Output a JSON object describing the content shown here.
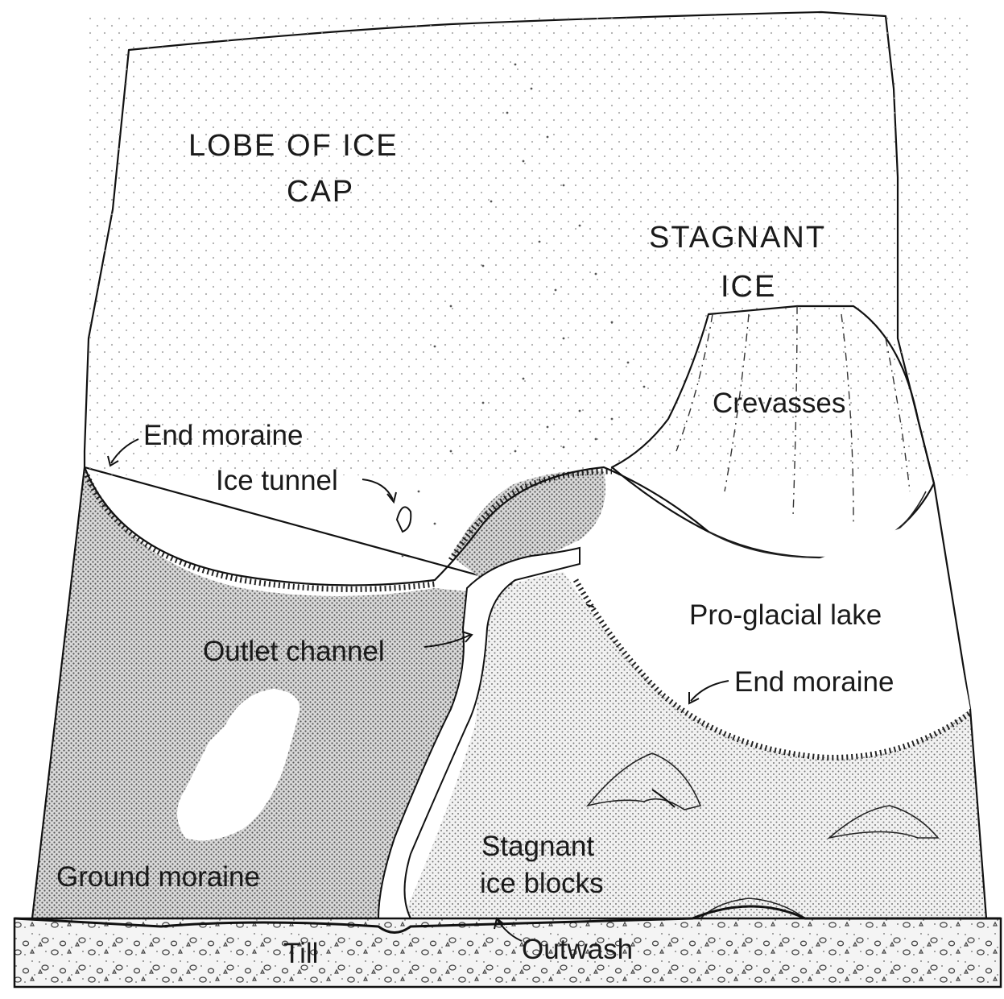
{
  "labels": {
    "lobe_line1": "LOBE OF ICE",
    "lobe_line2": "CAP",
    "stagnant_line1": "STAGNANT",
    "stagnant_line2": "ICE",
    "crevasses": "Crevasses",
    "end_moraine_left": "End moraine",
    "ice_tunnel": "Ice tunnel",
    "outlet_channel": "Outlet channel",
    "proglacial_lake": "Pro-glacial lake",
    "end_moraine_right": "End moraine",
    "ground_moraine": "Ground moraine",
    "stagnant_blocks_line1": "Stagnant",
    "stagnant_blocks_line2": "ice blocks",
    "till": "Till",
    "outwash": "Outwash"
  },
  "colors": {
    "ink": "#111111",
    "ice": "#ffffff",
    "ground_moraine_shade": "#bdbdbd",
    "outwash_shade": "#e4e4e4",
    "till_base": "#f2f2f2"
  }
}
